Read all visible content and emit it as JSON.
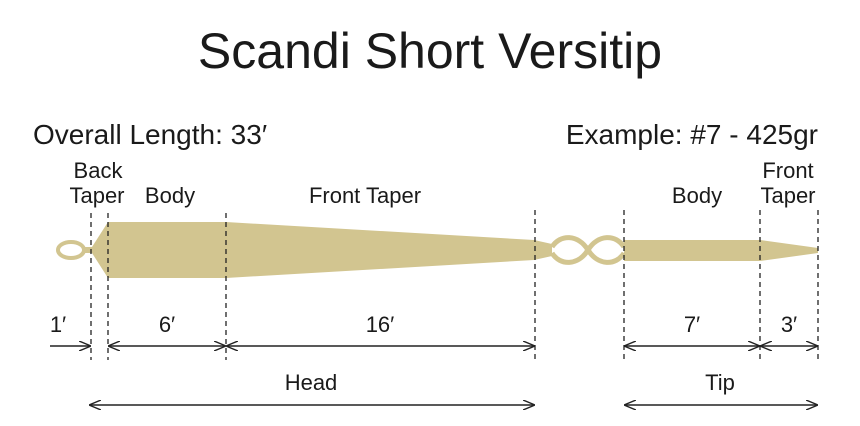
{
  "title": "Scandi Short Versitip",
  "overall_length": "Overall Length: 33′",
  "example": "Example: #7 - 425gr",
  "section_labels": {
    "back_taper": [
      "Back",
      "Taper"
    ],
    "body": "Body",
    "front_taper": "Front Taper",
    "tip_body": "Body",
    "tip_front_taper": [
      "Front",
      "Taper"
    ]
  },
  "dimensions": {
    "back_taper": "1′",
    "body": "6′",
    "front_taper": "16′",
    "tip_body": "7′",
    "tip_front_taper": "3′"
  },
  "groups": {
    "head": "Head",
    "tip": "Tip"
  },
  "colors": {
    "line": "#D2C590",
    "ink": "#1a1a1a"
  }
}
